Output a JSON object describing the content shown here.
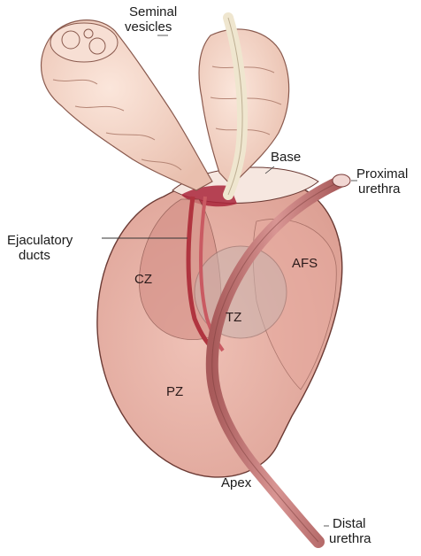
{
  "labels": {
    "seminal_vesicles_line1": "Seminal",
    "seminal_vesicles_line2": "vesicles",
    "base": "Base",
    "proximal_urethra_line1": "Proximal",
    "proximal_urethra_line2": "urethra",
    "ejaculatory_ducts_line1": "Ejaculatory",
    "ejaculatory_ducts_line2": "ducts",
    "apex": "Apex",
    "distal_urethra_line1": "Distal",
    "distal_urethra_line2": "urethra"
  },
  "zones": {
    "cz": "CZ",
    "afs": "AFS",
    "tz": "TZ",
    "pz": "PZ"
  },
  "colors": {
    "gland": "#e8b0a6",
    "gland_outline": "#6b3a34",
    "central_zone": "#d9938a",
    "vesicle": "#f3d5c7",
    "duct": "#b0343f",
    "urethra": "#c77b78"
  }
}
